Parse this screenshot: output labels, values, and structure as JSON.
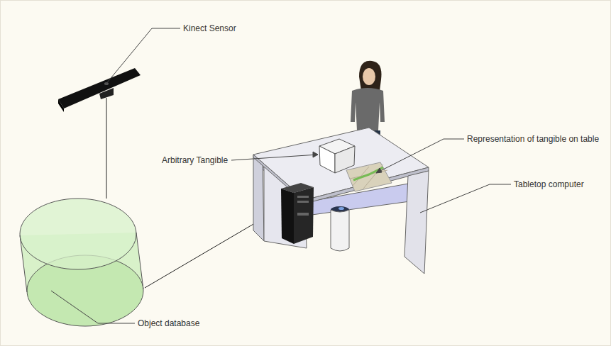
{
  "diagram": {
    "labels": [
      "Kinect Sensor",
      "Arbitrary Tangible",
      "Representation of tangible on table",
      "Tabletop computer",
      "Object database"
    ]
  }
}
